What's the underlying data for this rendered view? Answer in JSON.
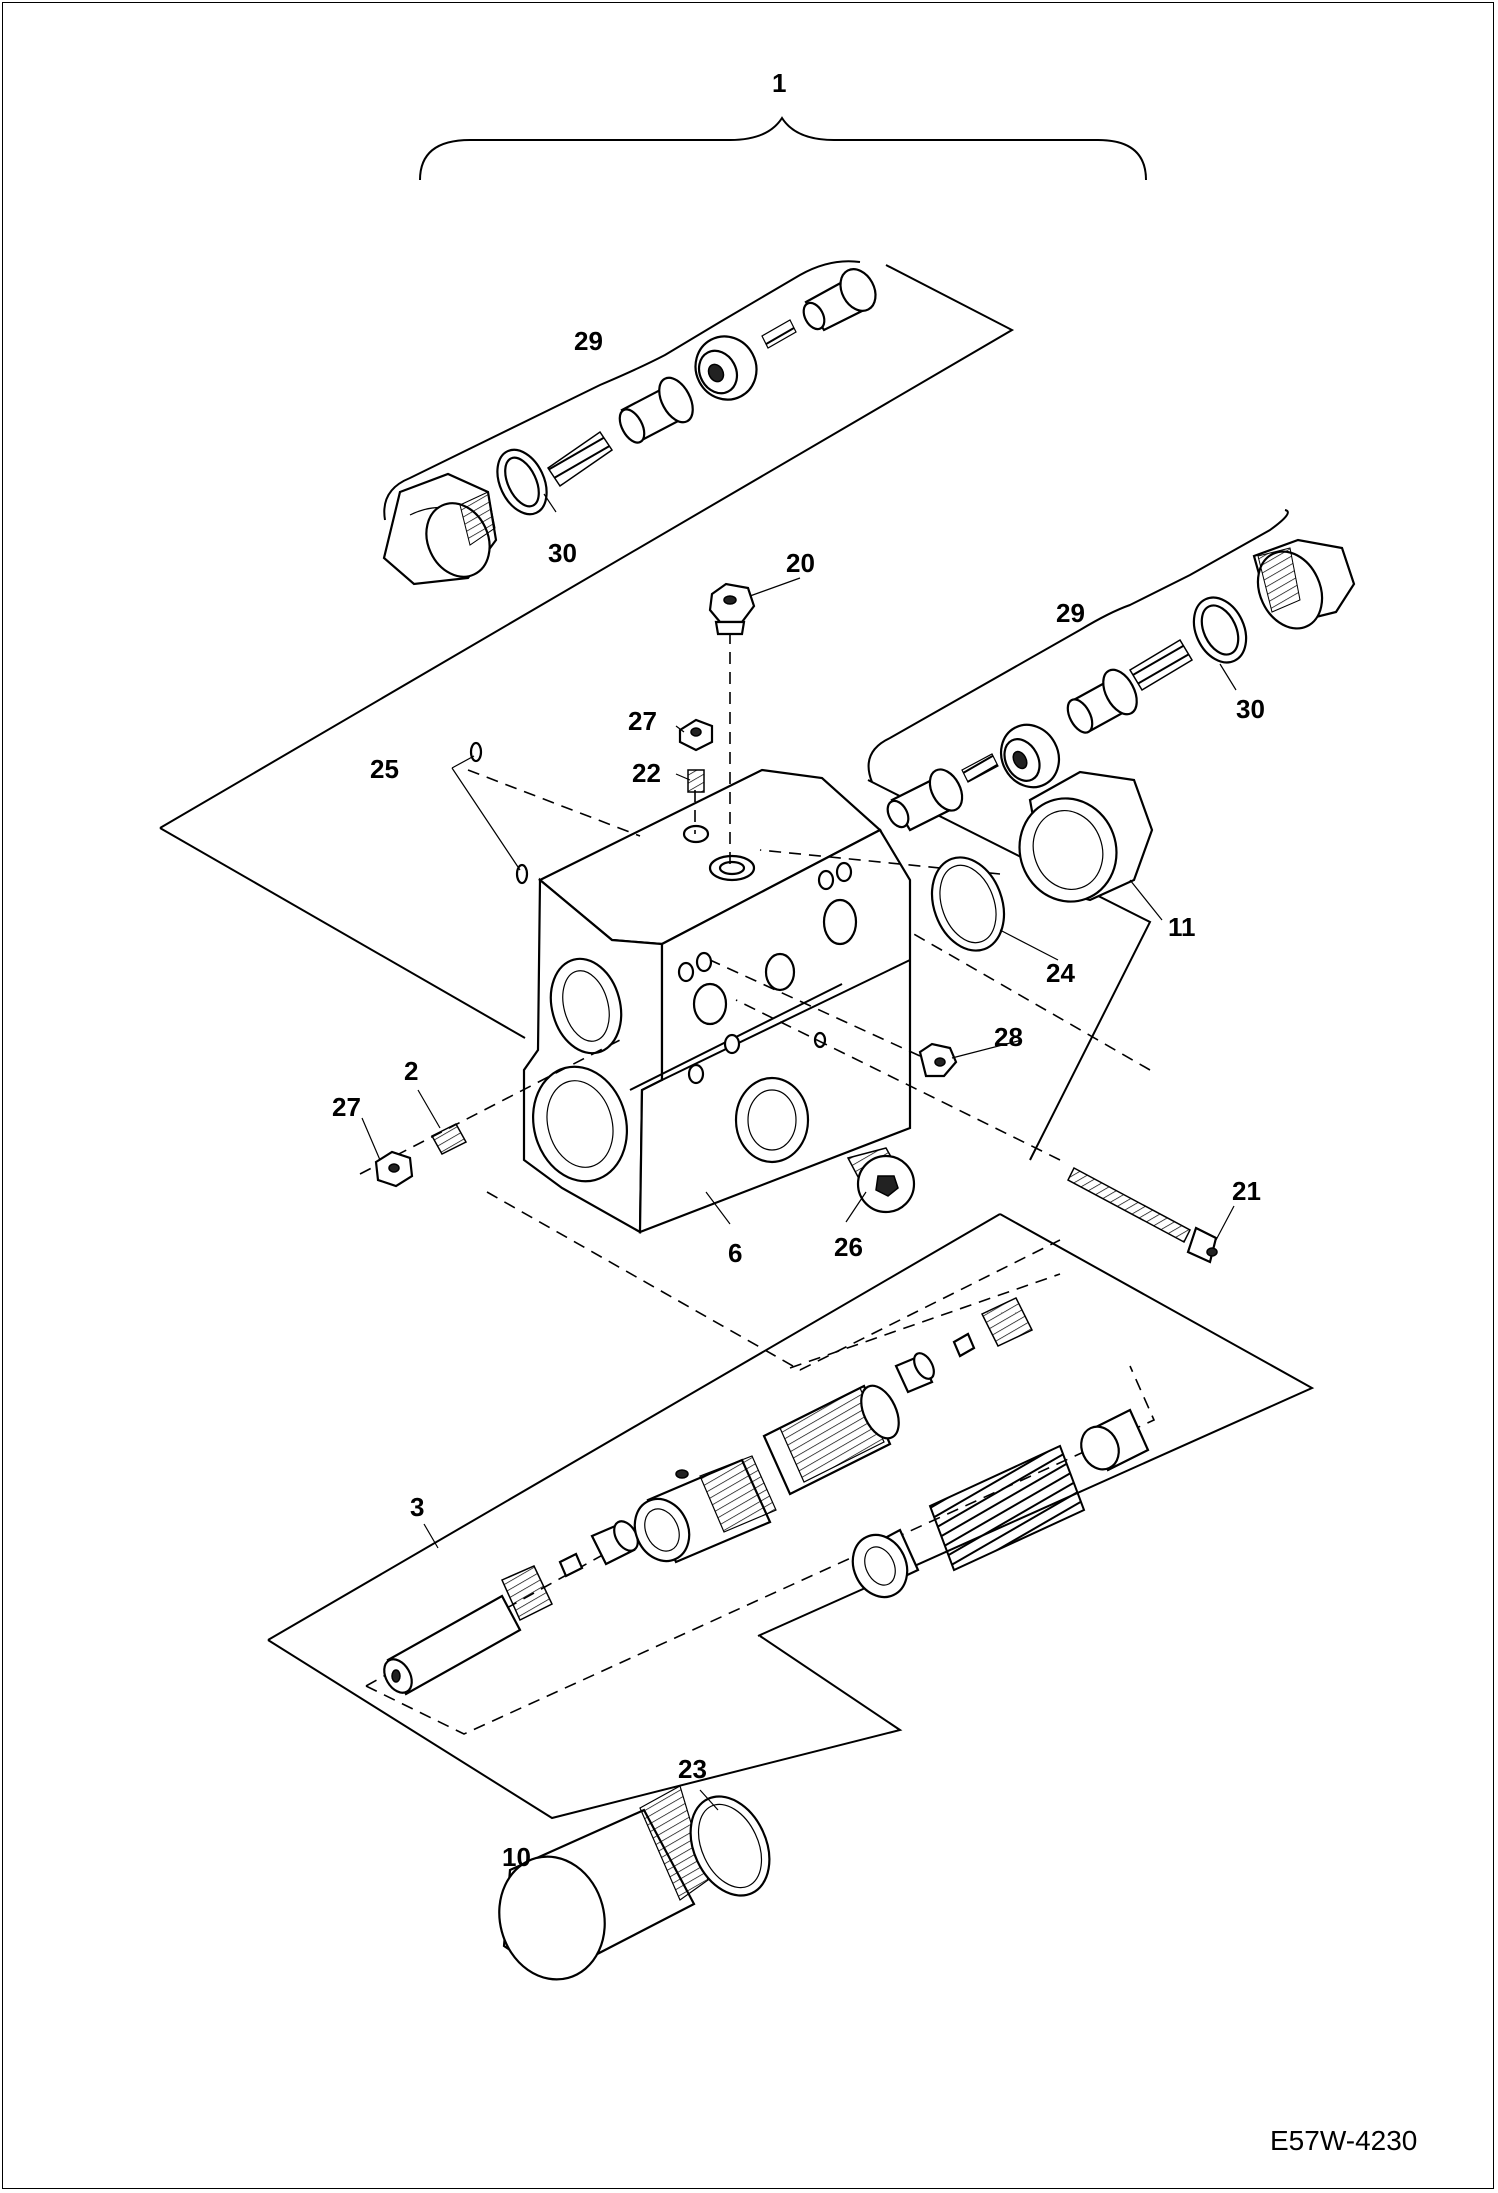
{
  "diagram": {
    "drawing_code": "E57W-4230",
    "callouts": {
      "c1": "1",
      "c29a": "29",
      "c30a": "30",
      "c20": "20",
      "c29b": "29",
      "c30b": "30",
      "c27a": "27",
      "c22": "22",
      "c25": "25",
      "c11": "11",
      "c24": "24",
      "c28": "28",
      "c2": "2",
      "c27b": "27",
      "c21": "21",
      "c6": "6",
      "c26": "26",
      "c3": "3",
      "c23": "23",
      "c10": "10"
    }
  }
}
